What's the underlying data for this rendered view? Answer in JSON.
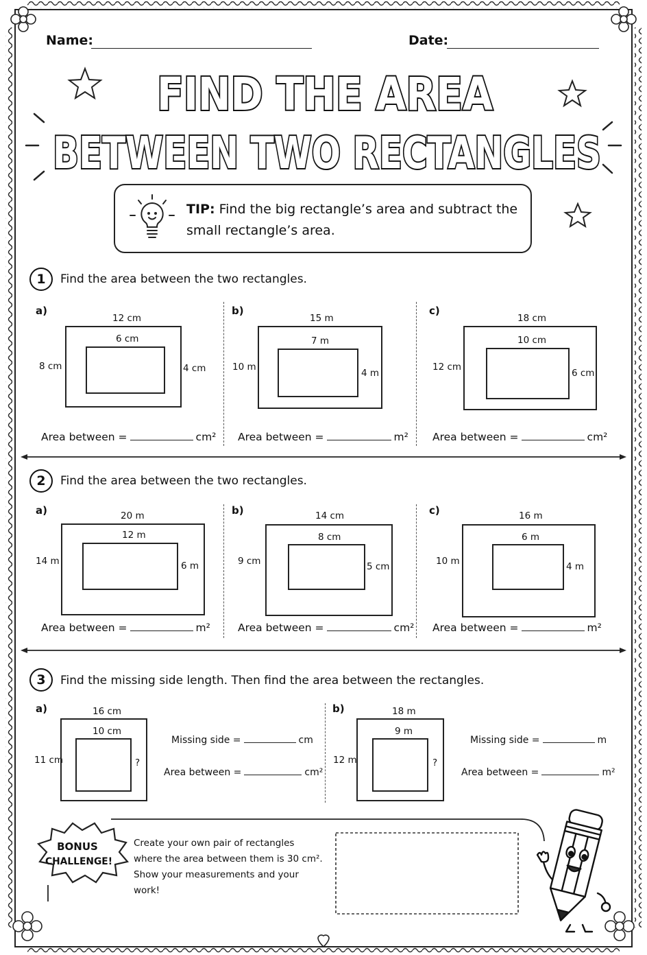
{
  "header": {
    "name_label": "Name:",
    "date_label": "Date:"
  },
  "title": {
    "line1": "FIND THE AREA",
    "line2": "BETWEEN TWO RECTANGLES"
  },
  "tip": {
    "label": "TIP:",
    "text": "Find the big rectangle’s area and subtract the small rectangle’s area.",
    "icon": "lightbulb-icon"
  },
  "q1": {
    "number": "1",
    "prompt": "Find the area between the two rectangles.",
    "answer_label": "Area between =",
    "parts": [
      {
        "label": "a)",
        "outer_w": "12 cm",
        "outer_h": "8 cm",
        "inner_w": "6 cm",
        "inner_h": "4 cm",
        "unit": "cm²"
      },
      {
        "label": "b)",
        "outer_w": "15 m",
        "outer_h": "10 m",
        "inner_w": "7 m",
        "inner_h": "4 m",
        "unit": "m²"
      },
      {
        "label": "c)",
        "outer_w": "18 cm",
        "outer_h": "12 cm",
        "inner_w": "10 cm",
        "inner_h": "6 cm",
        "unit": "cm²"
      }
    ]
  },
  "q2": {
    "number": "2",
    "prompt": "Find the area between the two rectangles.",
    "answer_label": "Area between =",
    "parts": [
      {
        "label": "a)",
        "outer_w": "20 m",
        "outer_h": "14 m",
        "inner_w": "12 m",
        "inner_h": "6 m",
        "unit": "m²"
      },
      {
        "label": "b)",
        "outer_w": "14 cm",
        "outer_h": "9 cm",
        "inner_w": "8 cm",
        "inner_h": "5 cm",
        "unit": "cm²"
      },
      {
        "label": "c)",
        "outer_w": "16 m",
        "outer_h": "10 m",
        "inner_w": "6 m",
        "inner_h": "4 m",
        "unit": "m²"
      }
    ]
  },
  "q3": {
    "number": "3",
    "prompt": "Find the missing side length. Then find the area between the rectangles.",
    "missing_label": "Missing side =",
    "area_label": "Area between =",
    "parts": [
      {
        "label": "a)",
        "outer_w": "16 cm",
        "outer_h": "11 cm",
        "inner_w": "10 cm",
        "inner_h": "?",
        "side_unit": "cm",
        "area_unit": "cm²"
      },
      {
        "label": "b)",
        "outer_w": "18 m",
        "outer_h": "12 m",
        "inner_w": "9 m",
        "inner_h": "?",
        "side_unit": "m",
        "area_unit": "m²"
      }
    ]
  },
  "bonus": {
    "badge_line1": "BONUS",
    "badge_line2": "CHALLENGE!",
    "text": "Create your own pair of rectangles where the area between them is 30 cm². Show your measurements and your work!",
    "mascot": "pencil-mascot-icon"
  }
}
